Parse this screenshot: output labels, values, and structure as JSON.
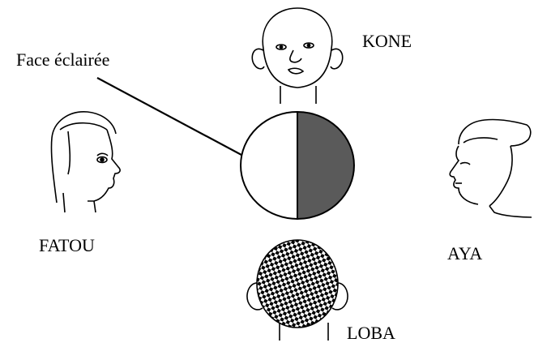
{
  "labels": {
    "annotation": "Face éclairée",
    "top": "KONE",
    "left": "FATOU",
    "right": "AYA",
    "bottom": "LOBA"
  },
  "colors": {
    "shaded_half": "#5a5a5a",
    "lit_half": "#ffffff",
    "ink": "#000000"
  }
}
